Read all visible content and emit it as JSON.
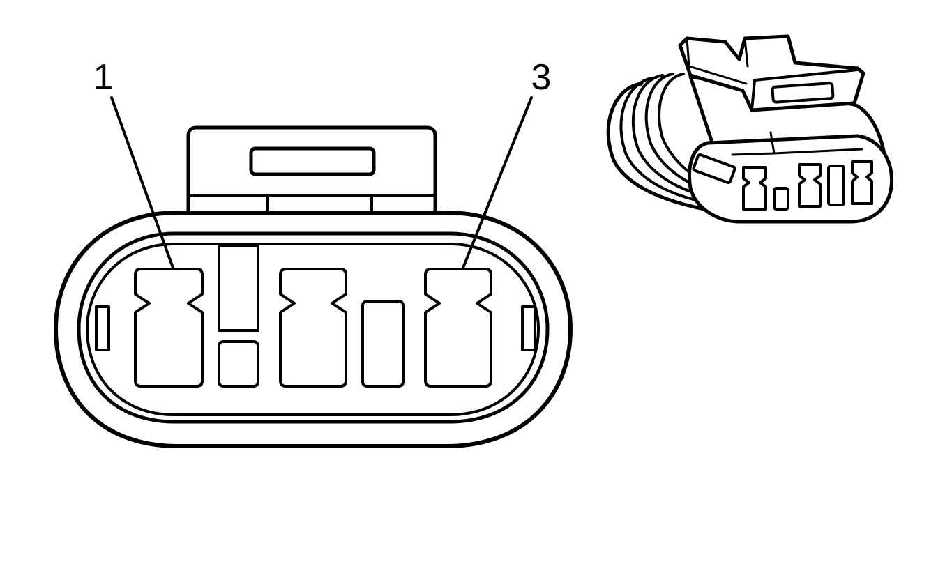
{
  "diagram": {
    "callouts": [
      {
        "id": "1",
        "label": "1"
      },
      {
        "id": "3",
        "label": "3"
      }
    ],
    "colors": {
      "line": "#000000",
      "fill": "#ffffff"
    }
  }
}
